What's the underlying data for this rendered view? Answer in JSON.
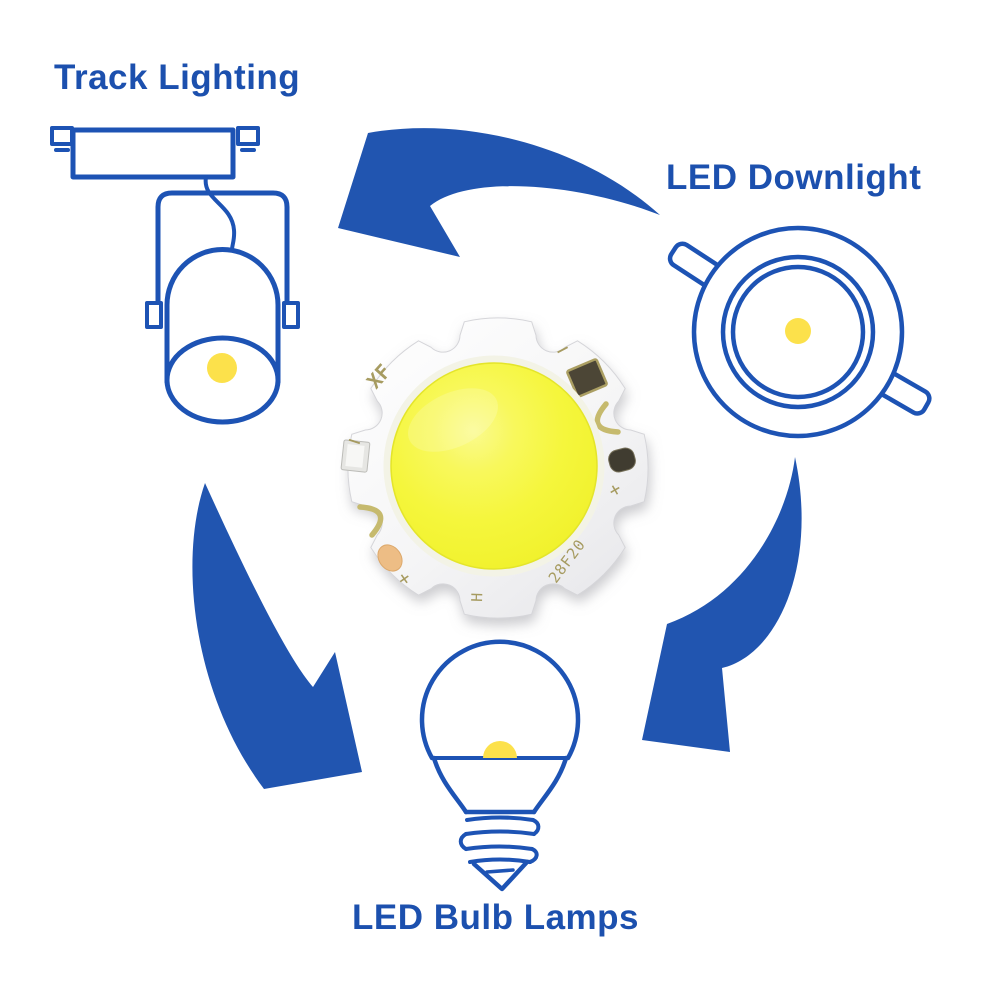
{
  "page": {
    "background": "#ffffff"
  },
  "labels": {
    "track_lighting": "Track Lighting",
    "led_downlight": "LED Downlight",
    "led_bulb_lamps": "LED Bulb Lamps"
  },
  "chip": {
    "description": "COB LED chip photo, round white scalloped PCB with yellow phosphor dome",
    "markings": {
      "brand": "XF",
      "model": "28F20",
      "minus": "−",
      "plus": "+",
      "h_mark": "H"
    }
  },
  "diagram": {
    "applications": [
      {
        "id": "track-lighting",
        "label": "Track Lighting",
        "position": "top-left"
      },
      {
        "id": "led-downlight",
        "label": "LED Downlight",
        "position": "right"
      },
      {
        "id": "led-bulb-lamps",
        "label": "LED Bulb Lamps",
        "position": "bottom"
      }
    ],
    "arrows": [
      {
        "id": "arrow-top",
        "from": "led-downlight",
        "to": "track-lighting"
      },
      {
        "id": "arrow-left",
        "from": "track-lighting",
        "to": "led-bulb-lamps"
      },
      {
        "id": "arrow-right",
        "from": "led-downlight",
        "to": "led-bulb-lamps"
      }
    ]
  },
  "colors": {
    "label_blue": "#1c50ae",
    "line_blue": "#1d53b4",
    "arrow_blue": "#2155b0",
    "accent_yellow": "#fce14b",
    "chip_dome_yellow": "#f5f63c",
    "chip_marking_gold": "#a39759"
  }
}
